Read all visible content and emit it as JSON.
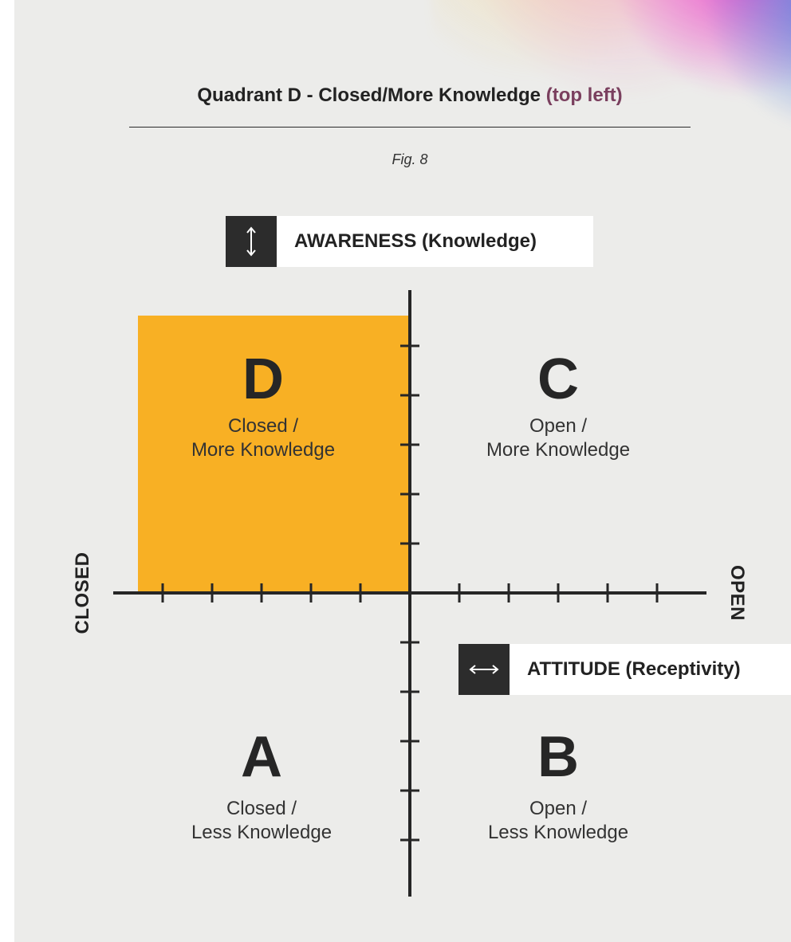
{
  "title": {
    "main": "Quadrant D - Closed/More Knowledge",
    "highlight": "(top left)"
  },
  "figure_label": "Fig. 8",
  "legend": {
    "awareness": {
      "label": "AWARENESS (Knowledge)",
      "icon": "vertical-double-arrow-icon"
    },
    "attitude": {
      "label": "ATTITUDE (Receptivity)",
      "icon": "horizontal-double-arrow-icon"
    }
  },
  "axes": {
    "left_label": "CLOSED",
    "right_label": "OPEN"
  },
  "highlighted_quadrant": "D",
  "quadrants": {
    "D": {
      "letter": "D",
      "line1": "Closed /",
      "line2": "More Knowledge"
    },
    "C": {
      "letter": "C",
      "line1": "Open /",
      "line2": "More Knowledge"
    },
    "A": {
      "letter": "A",
      "line1": "Closed /",
      "line2": "Less Knowledge"
    },
    "B": {
      "letter": "B",
      "line1": "Open /",
      "line2": "Less Knowledge"
    }
  },
  "colors": {
    "highlight": "#f8b024",
    "axis": "#262626",
    "background": "#ececea",
    "icon_box": "#2c2c2c"
  }
}
